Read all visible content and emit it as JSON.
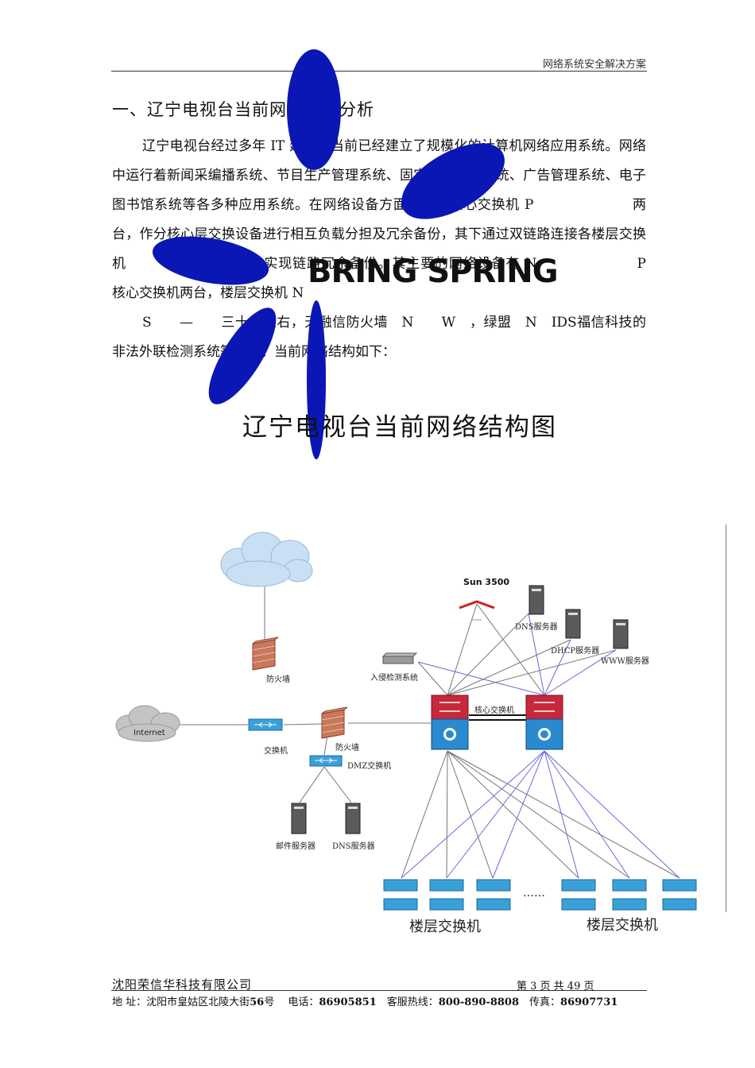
{
  "header": {
    "doc_title": "网络系统安全解决方案"
  },
  "section": {
    "title": "一、辽宁电视台当前网络现状分析"
  },
  "paragraphs": [
    "辽宁电视台经过多年 IT 建设，当前已经建立了规模化的计算机网络应用系统。网络中运行着新闻采编播系统、节目生产管理系统、固定资产管理系统、广告管理系统、电子图书馆系统等各多种应用系统。在网络设备方面，现有核心交换机 P　　　　　　　两台，作分核心层交换设备进行相互负载分担及冗余备份，其下通过双链路连接各楼层交换机　　　　　S　　　，实现链路冗余备份。其主要的网络设备有 N　　　　　　　P　　　　　核心交换机两台，楼层交换机 N",
    "S　　—　　三十台左右，天融信防火墙　N　　W　，绿盟　N　IDS福信科技的非法外联检测系统等设备。当前网络结构如下："
  ],
  "logo": {
    "text": "BRING SPRING"
  },
  "diagram": {
    "title": "辽宁电视台当前网络结构图",
    "labels": {
      "sun": "Sun 3500",
      "dns1": "DNS服务器",
      "dhcp": "DHCP服务器",
      "www": "WWW服务器",
      "ids": "入侵检测系统",
      "fw1": "防火墙",
      "core": "核心交换机",
      "internet": "Internet",
      "switch": "交换机",
      "fw2": "防火墙",
      "dmz": "DMZ交换机",
      "mail": "邮件服务器",
      "dns2": "DNS服务器",
      "ellipsis": "……",
      "floor_left": "楼层交换机",
      "floor_right": "楼层交换机"
    }
  },
  "footer": {
    "company": "沈阳荣信华科技有限公司",
    "page": "第 3 页 共 49 页",
    "addr_label": "地 址：沈阳市皇姑区北陵大街",
    "addr_no": "56",
    "addr_unit": "号　 电话：",
    "phone": "86905851",
    "hotline_label": "　客服热线：",
    "hotline": "800-890-8808",
    "fax_label": "　传真：",
    "fax": "86907731"
  },
  "colors": {
    "logo_blue": "#0a17b5",
    "device_red": "#c8283c",
    "device_blue": "#2a8ad0",
    "link_purple": "#6a6ad8"
  }
}
